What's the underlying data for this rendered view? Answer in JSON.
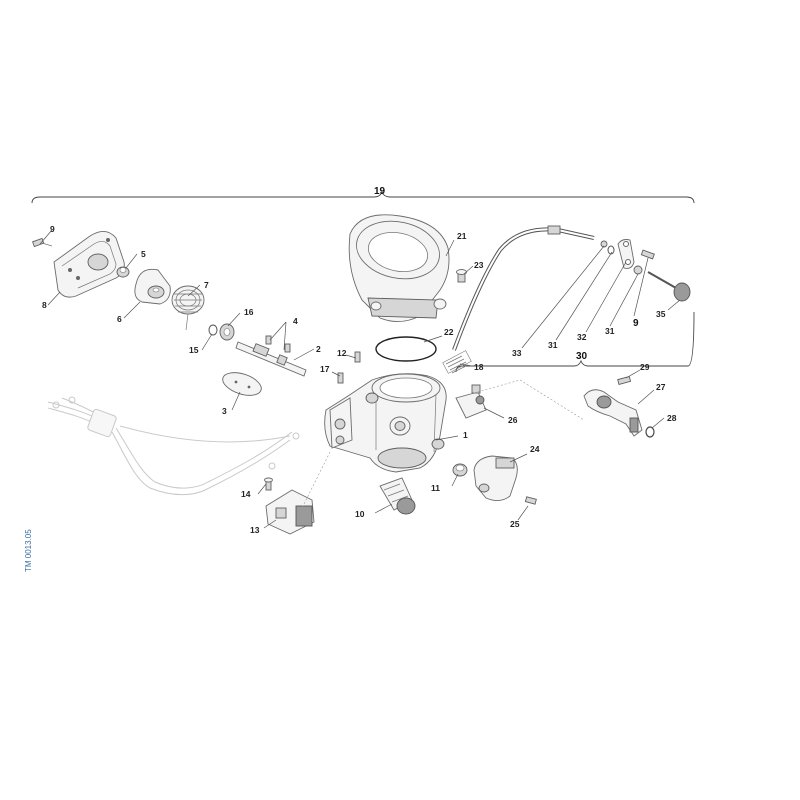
{
  "document_ref": "TM 0013.05",
  "colors": {
    "label_text": "#222222",
    "leader_line": "#555555",
    "part_outline": "#6b6b6b",
    "document_ref": "#3a6ea5"
  },
  "group_labels": {
    "assembly_19": "19",
    "subassembly_30": "30"
  },
  "callouts": [
    {
      "id": "c1",
      "text": "1"
    },
    {
      "id": "c2",
      "text": "2"
    },
    {
      "id": "c3",
      "text": "3"
    },
    {
      "id": "c4",
      "text": "4"
    },
    {
      "id": "c5",
      "text": "5"
    },
    {
      "id": "c6",
      "text": "6"
    },
    {
      "id": "c7",
      "text": "7"
    },
    {
      "id": "c8",
      "text": "8"
    },
    {
      "id": "c9a",
      "text": "9"
    },
    {
      "id": "c9b",
      "text": "9"
    },
    {
      "id": "c10",
      "text": "10"
    },
    {
      "id": "c11",
      "text": "11"
    },
    {
      "id": "c12",
      "text": "12"
    },
    {
      "id": "c13",
      "text": "13"
    },
    {
      "id": "c14",
      "text": "14"
    },
    {
      "id": "c15",
      "text": "15"
    },
    {
      "id": "c16",
      "text": "16"
    },
    {
      "id": "c17",
      "text": "17"
    },
    {
      "id": "c18",
      "text": "18"
    },
    {
      "id": "c21",
      "text": "21"
    },
    {
      "id": "c22",
      "text": "22"
    },
    {
      "id": "c23",
      "text": "23"
    },
    {
      "id": "c24",
      "text": "24"
    },
    {
      "id": "c25",
      "text": "25"
    },
    {
      "id": "c26",
      "text": "26"
    },
    {
      "id": "c27",
      "text": "27"
    },
    {
      "id": "c28",
      "text": "28"
    },
    {
      "id": "c29",
      "text": "29"
    },
    {
      "id": "c31a",
      "text": "31"
    },
    {
      "id": "c31b",
      "text": "31"
    },
    {
      "id": "c32",
      "text": "32"
    },
    {
      "id": "c33",
      "text": "33"
    },
    {
      "id": "c35",
      "text": "35"
    }
  ]
}
